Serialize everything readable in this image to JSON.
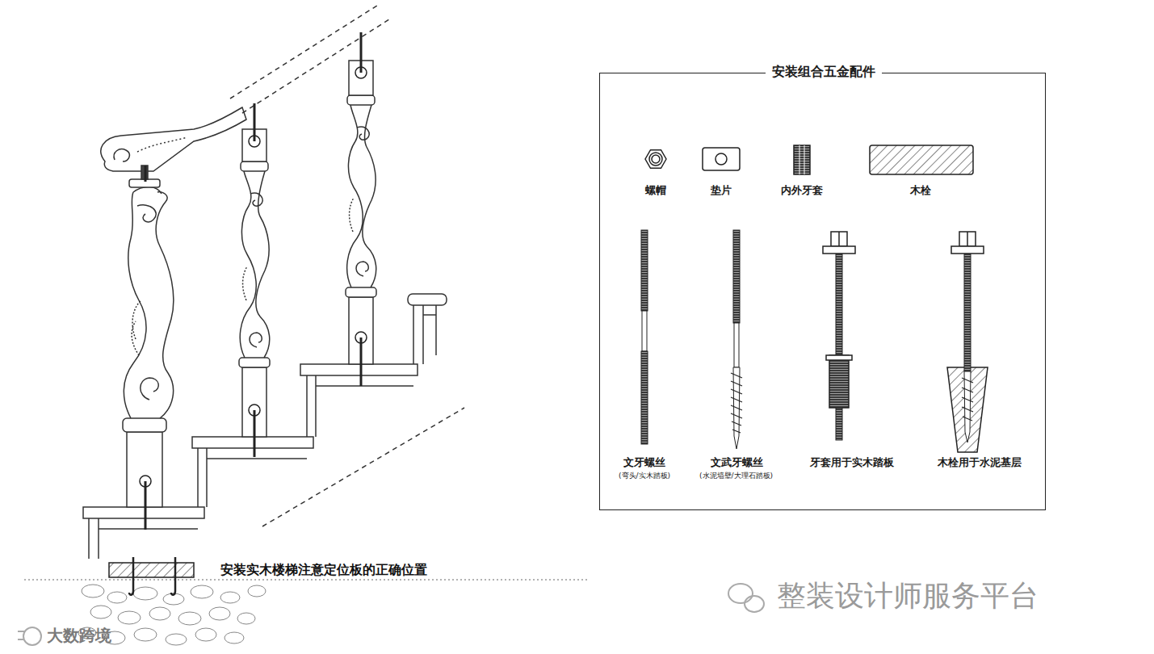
{
  "diagram": {
    "nodes": [
      {
        "text": [
          "安装组合五金配件"
        ]
      }
    ],
    "labels": [
      "螺帽",
      "垫片",
      "内外牙套",
      "木栓",
      "文牙螺丝",
      "(弯头/实木踏板)",
      "文武牙螺丝",
      "(水泥墙壁/大理石踏板)",
      "牙套用于实木踏板",
      "木栓用于水泥基层",
      "安装实木楼梯注意定位板的正确位置",
      "整装设计师服务平台",
      "大数跨境"
    ]
  }
}
